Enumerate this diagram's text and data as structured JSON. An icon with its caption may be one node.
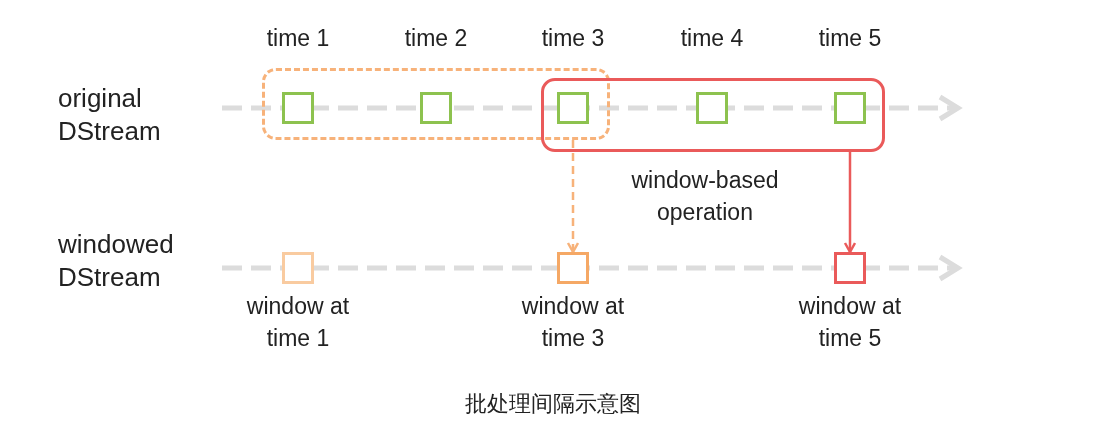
{
  "diagram": {
    "caption": "批处理间隔示意图",
    "nodes": [
      {
        "text": [],
        "shape": "box",
        "in": 5
      },
      {
        "text": [],
        "shape": "box",
        "in": 5
      },
      {
        "text": [],
        "shape": "box"
      },
      {
        "text": [],
        "shape": "box",
        "in": 6
      },
      {
        "text": [],
        "shape": "box",
        "in": 6
      },
      {
        "text": [],
        "shape": "box"
      },
      {
        "text": [],
        "shape": "box",
        "beside": [
          "window-based operation"
        ]
      },
      {
        "text": [],
        "shape": "box",
        "beside": [
          "window at time 1"
        ]
      },
      {
        "text": [],
        "shape": "box",
        "beside": [
          "window at time 3"
        ]
      },
      {
        "text": [],
        "shape": "box",
        "beside": [
          "window at time 5"
        ]
      }
    ],
    "edges": [
      {
        "from": 5,
        "to": 8,
        "arrow": "to",
        "style": "dashed",
        "color": "#f7b27a"
      },
      {
        "from": 6,
        "to": 9,
        "arrow": "to",
        "color": "#ea5a5a"
      }
    ],
    "labels": [
      "time 1",
      "time 2",
      "time 3",
      "time 4",
      "time 5",
      "original DStream",
      "windowed DStream"
    ]
  }
}
